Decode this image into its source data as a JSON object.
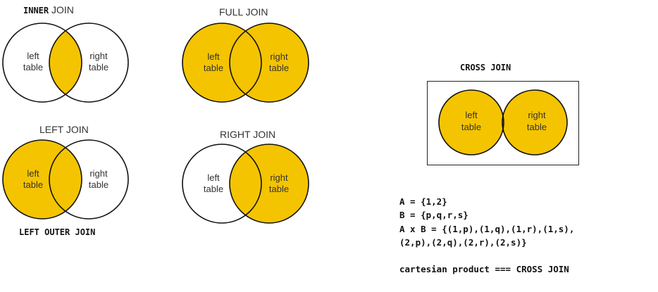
{
  "colors": {
    "fill": "#F5C400",
    "outline": "#111111",
    "empty": "#ffffff"
  },
  "diagrams": {
    "inner": {
      "title_bold": "INNER",
      "title_rest": " JOIN",
      "left": [
        "left",
        "table"
      ],
      "right": [
        "right",
        "table"
      ]
    },
    "full": {
      "title": "FULL JOIN",
      "left": [
        "left",
        "table"
      ],
      "right": [
        "right",
        "table"
      ]
    },
    "left": {
      "title": "LEFT JOIN",
      "subtitle": "LEFT OUTER JOIN",
      "left": [
        "left",
        "table"
      ],
      "right": [
        "right",
        "table"
      ]
    },
    "right": {
      "title": "RIGHT JOIN",
      "left": [
        "left",
        "table"
      ],
      "right": [
        "right",
        "table"
      ]
    },
    "cross": {
      "title": "CROSS JOIN",
      "left": [
        "left",
        "table"
      ],
      "right": [
        "right",
        "table"
      ]
    }
  },
  "notes": {
    "line1": "A = {1,2}",
    "line2": "B = {p,q,r,s}",
    "line3": "A x B = {(1,p),(1,q),(1,r),(1,s),",
    "line4": "(2,p),(2,q),(2,r),(2,s)}",
    "line5": "cartesian product === CROSS JOIN"
  }
}
